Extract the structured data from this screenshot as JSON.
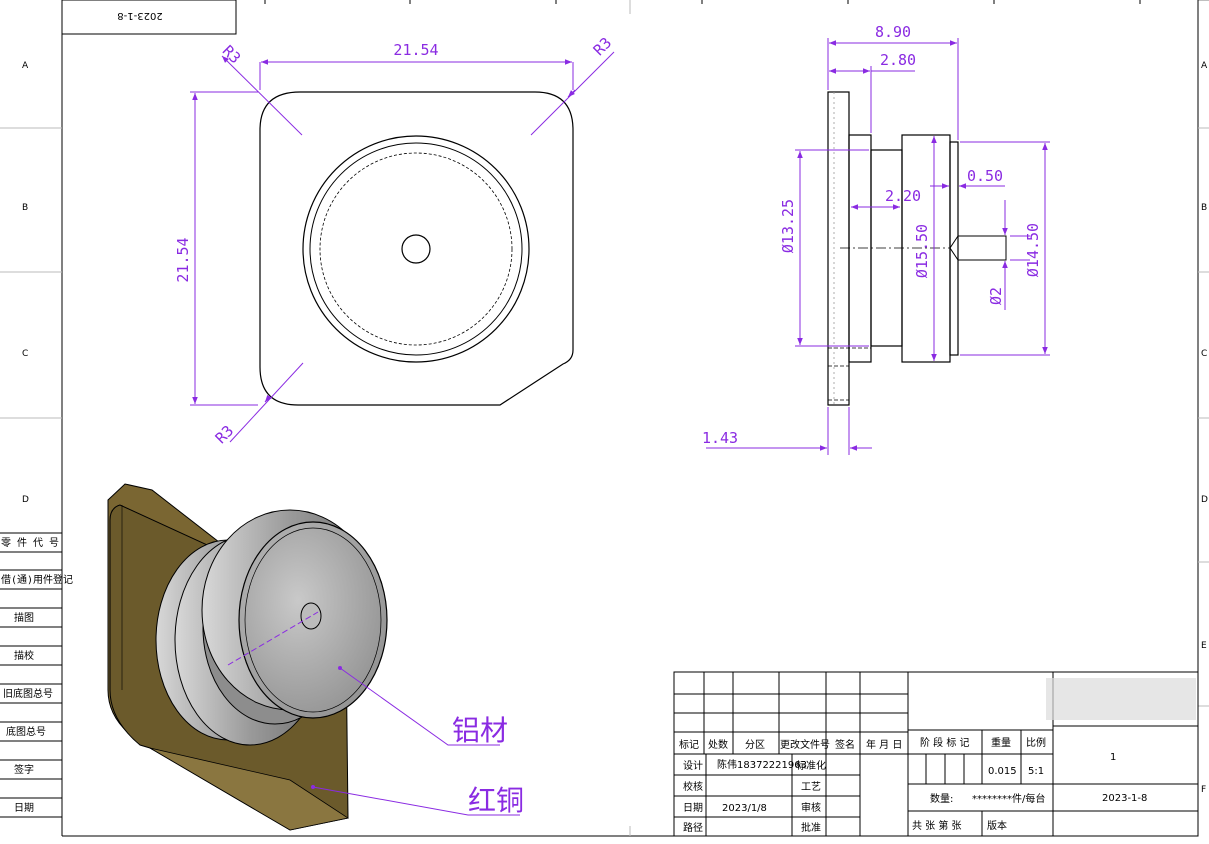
{
  "stamp": "2023-1-8",
  "grid_rows": [
    "A",
    "B",
    "C",
    "D",
    "E",
    "F"
  ],
  "left_labels": [
    "零 件 代 号",
    "借(通)用件登记",
    "描图",
    "描校",
    "旧底图总号",
    "底图总号",
    "签字",
    "日期"
  ],
  "front_view": {
    "width_dim": "21.54",
    "height_dim": "21.54",
    "radius_top_left": "R3",
    "radius_top_right": "R3",
    "radius_bottom_left": "R3"
  },
  "side_view": {
    "d_total": "8.90",
    "d_flange": "2.80",
    "d_dia1": "Ø13.25",
    "d_step": "2.20",
    "d_chamfer": "0.50",
    "d_dia2": "Ø15.50",
    "d_hole": "Ø2",
    "d_dia3": "Ø14.50",
    "d_offset": "1.43"
  },
  "iso_notes": {
    "aluminum": "铝材",
    "copper": "红铜"
  },
  "colors": {
    "dimension": "#8a2be2",
    "copper_plate": "#7a6632",
    "aluminum": "#a9a9a9"
  },
  "title_block": {
    "h_mark": "标记",
    "h_count": "处数",
    "h_zone": "分区",
    "h_doc": "更改文件号",
    "h_sign": "签名",
    "h_date": "年 月 日",
    "design_label": "设计",
    "designer": "陈伟18372221963",
    "standard_label": "标准化",
    "check_label": "校核",
    "process_label": "工艺",
    "date_label": "日期",
    "date_value": "2023/1/8",
    "review_label": "审核",
    "route_label": "路径",
    "approve_label": "批准",
    "stage_label": "阶 段 标 记",
    "weight_label": "重量",
    "scale_label": "比例",
    "weight_value": "0.015",
    "scale_value": "5:1",
    "qty_label": "数量:",
    "qty_value": "********件/每台",
    "drawing_no": "1",
    "drawing_date": "2023-1-8",
    "sheets_label": "共  张  第  张",
    "version_label": "版本"
  }
}
